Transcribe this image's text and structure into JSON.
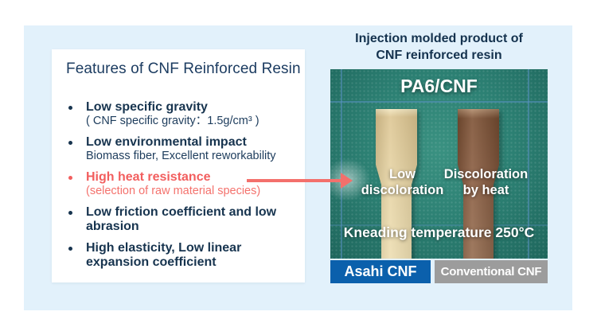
{
  "card": {
    "title": "Features of CNF Reinforced Resin",
    "bullets": [
      {
        "title": "Low specific gravity",
        "sub": "( CNF specific gravity：1.5g/cm³ )"
      },
      {
        "title": "Low environmental impact",
        "sub": "Biomass fiber, Excellent reworkability"
      },
      {
        "title": "High heat resistance",
        "sub": "(selection of raw material species)"
      },
      {
        "title": "Low friction coefficient and low abrasion",
        "sub": ""
      },
      {
        "title": "High elasticity, Low linear expansion coefficient",
        "sub": ""
      }
    ]
  },
  "right": {
    "heading_line1": "Injection molded product of",
    "heading_line2": "CNF reinforced resin",
    "photo": {
      "product_label": "PA6/CNF",
      "left_caption_line1": "Low",
      "left_caption_line2": "discoloration",
      "right_caption_line1": "Discoloration",
      "right_caption_line2": "by heat",
      "bottom_caption": "Kneading temperature 250°C"
    },
    "legend": [
      {
        "label": "Asahi CNF",
        "color": "#0b60ac"
      },
      {
        "label": "Conventional CNF",
        "color": "#9c9c9c"
      }
    ]
  },
  "colors": {
    "page_background": "#ffffff",
    "panel_background": "#e2f1fb",
    "card_background": "#ffffff",
    "navy_text": "#17344f",
    "highlight_red": "#f25e5e",
    "arrow_red": "#f3706c",
    "legend_blue": "#0b60ac",
    "legend_gray": "#9c9c9c",
    "mat_green": "#2c8073",
    "specimen_cream": "#e6d2a0",
    "specimen_brown": "#8c6044"
  }
}
